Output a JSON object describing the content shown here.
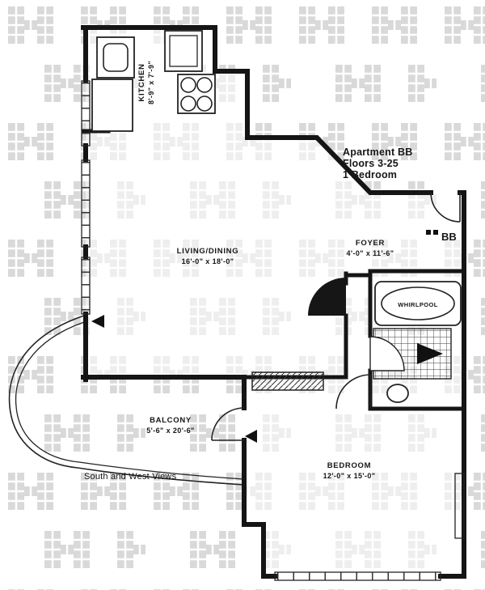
{
  "plan": {
    "title": {
      "line1": "Apartment BB",
      "line2": "Floors 3-25",
      "line3": "1 Bedroom"
    },
    "rooms": {
      "kitchen": {
        "name": "KITCHEN",
        "dims": "8'-9\" x 7'-9\""
      },
      "living": {
        "name": "LIVING/DINING",
        "dims": "16'-0\" x 18'-0\""
      },
      "foyer": {
        "name": "FOYER",
        "dims": "4'-0\" x 11'-6\""
      },
      "bedroom": {
        "name": "BEDROOM",
        "dims": "12'-0\" x 15'-0\""
      },
      "balcony": {
        "name": "BALCONY",
        "dims": "5'-6\" x 20'-6\""
      },
      "whirlpool": {
        "name": "WHIRLPOOL"
      }
    },
    "entry_label": "BB",
    "view_note": "South and West Views",
    "colors": {
      "line": "#151515",
      "watermark": "#d9d9d9",
      "background": "#ffffff"
    }
  }
}
